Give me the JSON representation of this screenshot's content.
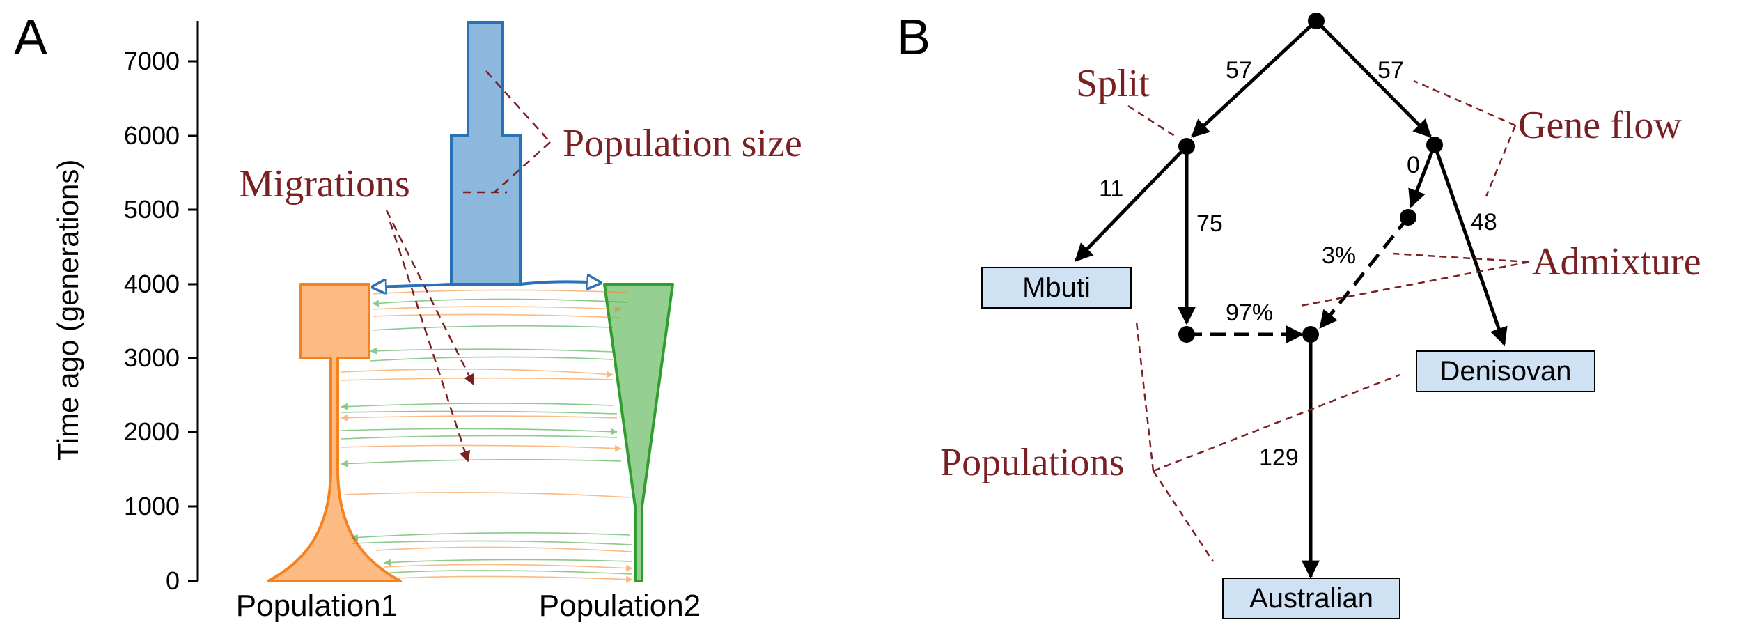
{
  "panel_a": {
    "label": "A",
    "y_axis": {
      "label": "Time ago (generations)",
      "ticks": [
        "0",
        "1000",
        "2000",
        "3000",
        "4000",
        "5000",
        "6000",
        "7000"
      ]
    },
    "pop1_label": "Population1",
    "pop2_label": "Population2",
    "annotations": {
      "population_size": "Population size",
      "migrations": "Migrations"
    }
  },
  "panel_b": {
    "label": "B",
    "nodes": {
      "mbuti": "Mbuti",
      "denisovan": "Denisovan",
      "australian": "Australian"
    },
    "edge_labels": {
      "root_left": "57",
      "root_right": "57",
      "split_mbuti": "11",
      "split_down": "75",
      "right_zero": "0",
      "right_denisovan": "48",
      "admix_3": "3%",
      "admix_97": "97%",
      "australian_129": "129"
    },
    "annotations": {
      "split": "Split",
      "gene_flow": "Gene flow",
      "admixture": "Admixture",
      "populations": "Populations"
    }
  },
  "colors": {
    "annotation": "#7a1f22",
    "pop1_fill": "#fdbb84",
    "pop1_stroke": "#f58220",
    "pop2_fill": "#95cf92",
    "pop2_stroke": "#2f9e2f",
    "ancestral_fill": "#8db8dd",
    "ancestral_stroke": "#2a72b5",
    "node_box_fill": "#cfe2f3"
  }
}
